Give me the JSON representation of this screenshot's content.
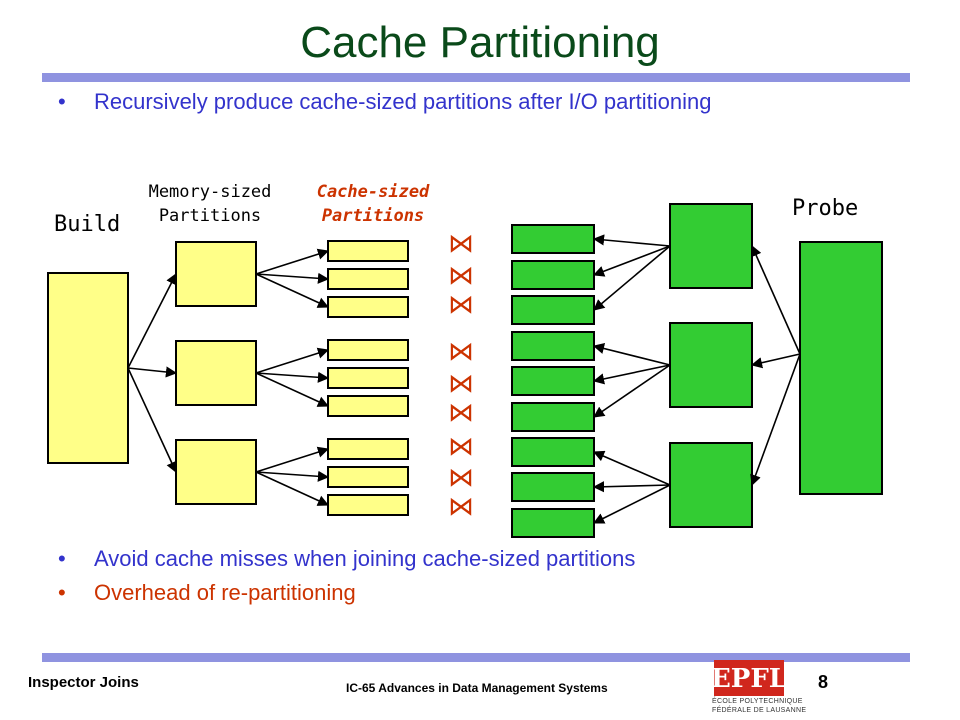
{
  "slide": {
    "title": "Cache Partitioning",
    "bullets_top": [
      {
        "marker": "•",
        "text": "Recursively produce cache-sized partitions after I/O partitioning"
      }
    ],
    "bullets_bottom": [
      {
        "marker": "•",
        "text": "Avoid cache misses when joining cache-sized partitions"
      },
      {
        "marker": "•",
        "text": "Overhead of re-partitioning"
      }
    ]
  },
  "diagram": {
    "build_label": "Build",
    "memory_label_line1": "Memory-sized",
    "memory_label_line2": "Partitions",
    "cache_label_line1": "Cache-sized",
    "cache_label_line2": "Partitions",
    "probe_label": "Probe",
    "join_symbol": "⋈",
    "colors": {
      "build_fill": "#ffff88",
      "probe_fill": "#33cc33",
      "label_red": "#cc3300",
      "text_blue": "#3333cc",
      "rule": "#8f93e0"
    }
  },
  "footer": {
    "left": "Inspector Joins",
    "middle": "IC-65 Advances in Data Management Systems",
    "page": "8",
    "logo_text_line1": "ÉCOLE POLYTECHNIQUE",
    "logo_text_line2": "FÉDÉRALE DE LAUSANNE",
    "logo_mark": "EPFL"
  }
}
